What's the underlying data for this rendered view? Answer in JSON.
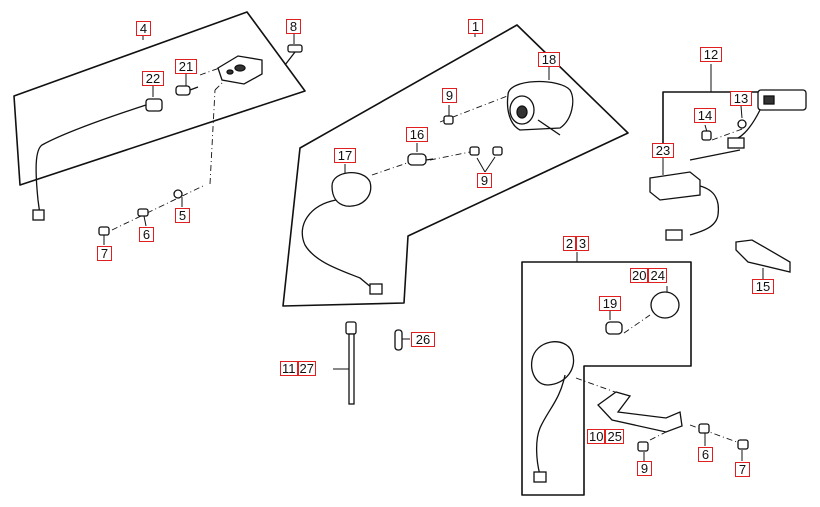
{
  "diagram": {
    "callouts": {
      "c1": "1",
      "c2_3": [
        "2",
        "3"
      ],
      "c4": "4",
      "c5": "5",
      "c6a": "6",
      "c6b": "6",
      "c7a": "7",
      "c7b": "7",
      "c8": "8",
      "c9a": "9",
      "c9b": "9",
      "c9c": "9",
      "c10_25": [
        "10",
        "25"
      ],
      "c11_27": [
        "11",
        "27"
      ],
      "c12": "12",
      "c13": "13",
      "c14": "14",
      "c15": "15",
      "c16": "16",
      "c17": "17",
      "c18": "18",
      "c19": "19",
      "c20_24": [
        "20",
        "24"
      ],
      "c21": "21",
      "c22": "22",
      "c23": "23",
      "c26": "26"
    },
    "colors": {
      "line": "#111111",
      "label_border": "#e02020",
      "part_fill": "#ffffff",
      "dark": "#333333"
    }
  }
}
